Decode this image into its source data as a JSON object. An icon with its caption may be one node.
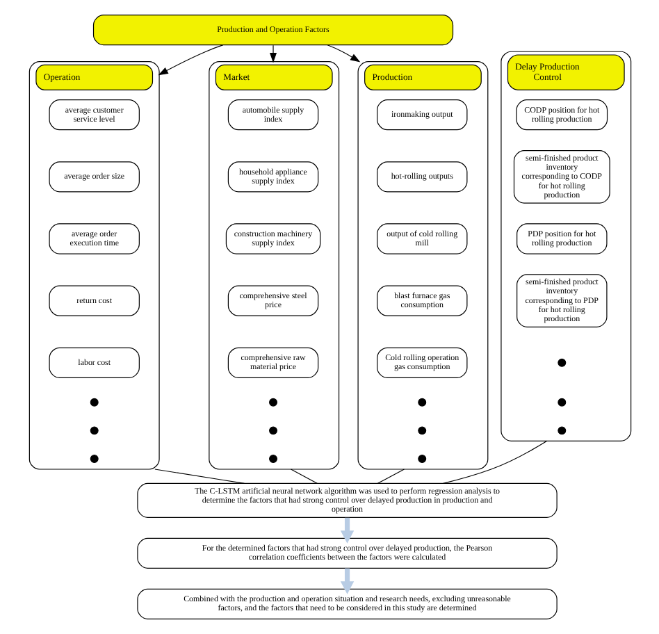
{
  "diagram": {
    "nodes": [
      {
        "text": [
          "Production and Operation Factors"
        ]
      },
      {
        "text": [
          "Market"
        ]
      },
      {
        "text": [
          "automobile supply index"
        ],
        "in": 1
      },
      {
        "text": [
          "household appliance supply index"
        ],
        "in": 1
      },
      {
        "text": [
          "construction machinery supply index"
        ],
        "in": 1
      },
      {
        "text": [
          "comprehensive steel price"
        ],
        "in": 1
      },
      {
        "text": [
          "comprehensive raw material price"
        ],
        "in": 1
      },
      {
        "text": [],
        "shape": "circle",
        "in": 1
      },
      {
        "text": [],
        "shape": "circle",
        "in": 1
      },
      {
        "text": [],
        "shape": "circle",
        "in": 1
      },
      {
        "text": [
          "Operation"
        ]
      },
      {
        "text": [
          "average customer service level"
        ],
        "in": 10
      },
      {
        "text": [
          "average order size"
        ],
        "in": 10
      },
      {
        "text": [
          "average order execution time"
        ],
        "in": 10
      },
      {
        "text": [
          "return cost"
        ],
        "in": 10
      },
      {
        "text": [
          "labor cost"
        ],
        "in": 10
      },
      {
        "text": [],
        "shape": "circle",
        "in": 10
      },
      {
        "text": [],
        "shape": "circle",
        "in": 10
      },
      {
        "text": [],
        "shape": "circle",
        "in": 10
      },
      {
        "text": [
          "Production"
        ]
      },
      {
        "text": [
          "ironmaking output"
        ],
        "in": 19
      },
      {
        "text": [
          "hot-rolling outputs"
        ],
        "in": 19
      },
      {
        "text": [
          "output of cold rolling mill"
        ],
        "in": 19
      },
      {
        "text": [
          "blast furnace gas consumption"
        ],
        "in": 19
      },
      {
        "text": [
          "Cold rolling operation gas consumption"
        ],
        "in": 19
      },
      {
        "text": [],
        "shape": "circle",
        "in": 19
      },
      {
        "text": [],
        "shape": "circle",
        "in": 19
      },
      {
        "text": [],
        "shape": "circle",
        "in": 19
      },
      {
        "text": [
          "Delay Production Control"
        ]
      },
      {
        "text": [
          "CODP position for hot rolling production"
        ],
        "in": 28
      },
      {
        "text": [
          "semi-finished product inventory corresponding to CODP for hot rolling production"
        ],
        "in": 28
      },
      {
        "text": [
          "PDP position for hot rolling production"
        ],
        "in": 28
      },
      {
        "text": [
          "semi-finished product inventory corresponding to PDP for hot rolling production"
        ],
        "in": 28
      },
      {
        "text": [],
        "shape": "circle",
        "in": 28
      },
      {
        "text": [],
        "shape": "circle",
        "in": 28
      },
      {
        "text": [],
        "shape": "circle",
        "in": 28
      },
      {
        "text": [
          "The C-LSTM artificial neural network algorithm was used to perform regression analysis to determine the factors that had strong control over delayed production in production and operation"
        ]
      },
      {
        "text": [
          "For the determined factors that had strong control over delayed production, the Pearson correlation coefficients between the factors were calculated"
        ]
      },
      {
        "text": [
          "Combined with the production and operation situation and research needs, excluding unreasonable factors, and the factors that need to be considered in this study are determined"
        ]
      }
    ],
    "edges": [
      {
        "from": 0,
        "to": 1,
        "arrow": "to"
      },
      {
        "from": 0,
        "to": 10,
        "arrow": "to"
      },
      {
        "from": 0,
        "to": 19,
        "arrow": "to"
      },
      {
        "from": 1,
        "to": 36,
        "arrow": "none"
      },
      {
        "from": 10,
        "to": 36,
        "arrow": "none"
      },
      {
        "from": 19,
        "to": 36,
        "arrow": "none"
      },
      {
        "from": 28,
        "to": 36,
        "arrow": "none"
      },
      {
        "from": 36,
        "to": 37,
        "arrow": "to",
        "style": "thick",
        "color": "#b8cce4"
      },
      {
        "from": 37,
        "to": 38,
        "arrow": "to",
        "style": "thick",
        "color": "#b8cce4"
      }
    ]
  }
}
